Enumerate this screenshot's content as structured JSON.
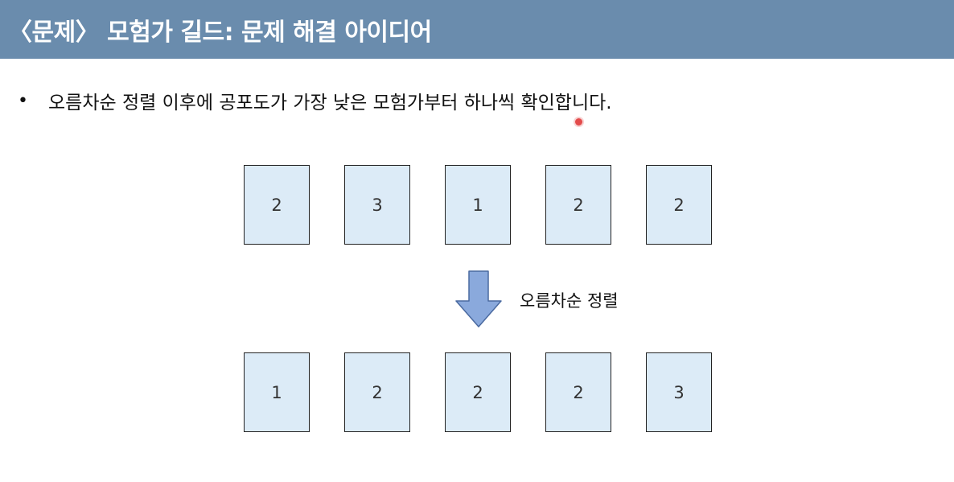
{
  "slide": {
    "title": "〈문제〉 모험가 길드: 문제 해결 아이디어",
    "bullet": "오름차순 정렬 이후에 공포도가 가장 낮은 모험가부터 하나씩 확인합니다.",
    "arrow_label": "오름차순 정렬"
  },
  "cards": {
    "before": [
      "2",
      "3",
      "1",
      "2",
      "2"
    ],
    "after": [
      "1",
      "2",
      "2",
      "2",
      "3"
    ]
  },
  "colors": {
    "title_bar": "#6a8cad",
    "card_fill": "#dcebf7",
    "arrow_fill": "#8aa9dc",
    "cursor": "#e34b4b"
  }
}
